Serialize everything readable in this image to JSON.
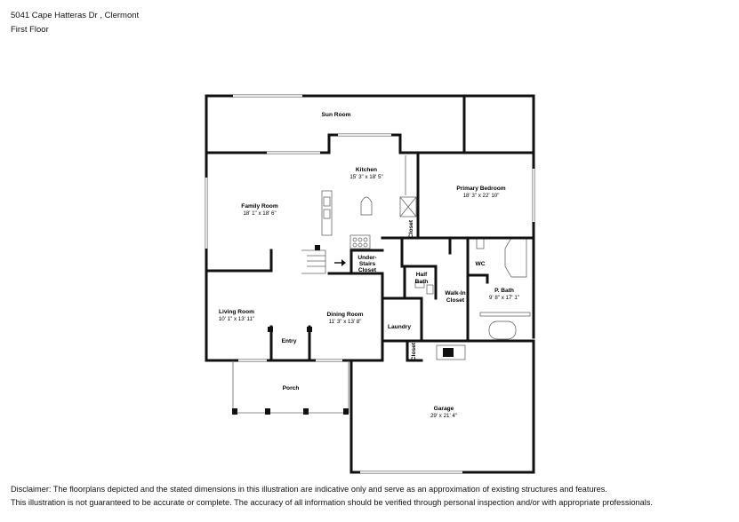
{
  "header": {
    "address": "5041 Cape Hatteras Dr , Clermont",
    "floor": "First Floor"
  },
  "rooms": [
    {
      "id": "sun-room",
      "name": "Sun Room",
      "dims": ""
    },
    {
      "id": "kitchen",
      "name": "Kitchen",
      "dims": "15' 3\" x 18' 5\""
    },
    {
      "id": "family-room",
      "name": "Family Room",
      "dims": "18' 1\" x 18' 6\""
    },
    {
      "id": "primary-bedroom",
      "name": "Primary Bedroom",
      "dims": "18' 3\" x 22' 10\""
    },
    {
      "id": "living-room",
      "name": "Living Room",
      "dims": "10' 1\" x 13' 11\""
    },
    {
      "id": "dining-room",
      "name": "Dining Room",
      "dims": "11' 3\" x 13' 8\""
    },
    {
      "id": "garage",
      "name": "Garage",
      "dims": "29' x 21' 4\""
    },
    {
      "id": "p-bath",
      "name": "P. Bath",
      "dims": "9' 8\" x 17' 1\""
    },
    {
      "id": "walk-in-closet",
      "name": "Walk-In Closet",
      "lines": [
        "Walk-In",
        "Closet"
      ]
    },
    {
      "id": "half-bath",
      "name": "Half Bath",
      "lines": [
        "Half",
        "Bath"
      ]
    },
    {
      "id": "under-stairs-closet",
      "name": "Under-Stairs Closet",
      "lines": [
        "Under-",
        "Stairs",
        "Closet"
      ]
    },
    {
      "id": "laundry",
      "name": "Laundry"
    },
    {
      "id": "entry",
      "name": "Entry"
    },
    {
      "id": "porch",
      "name": "Porch"
    },
    {
      "id": "wc",
      "name": "WC"
    },
    {
      "id": "closet-kitchen",
      "name": "Closet"
    },
    {
      "id": "closet-laundry",
      "name": "Closet"
    }
  ],
  "disclaimer": {
    "line1": "Disclaimer: The floorplans depicted and the stated dimensions in this illustration are indicative only and serve as an approximation of existing structures and features.",
    "line2": "This illustration is not guaranteed to be accurate or complete. The accuracy of all information should be verified through personal inspection and/or with appropriate professionals."
  }
}
